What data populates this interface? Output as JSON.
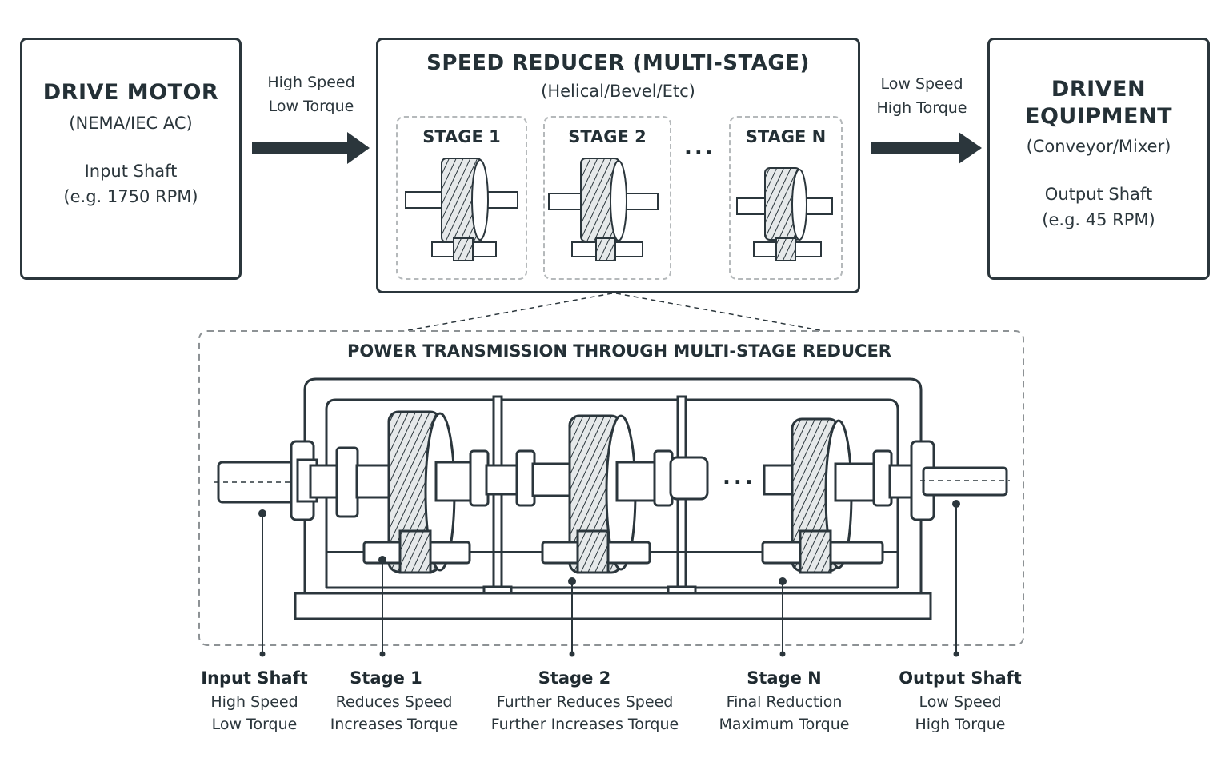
{
  "drive_motor": {
    "title": "DRIVE MOTOR",
    "subtitle": "(NEMA/IEC AC)",
    "shaft_label": "Input Shaft",
    "shaft_rpm": "(e.g. 1750 RPM)"
  },
  "input_flow": {
    "line1": "High Speed",
    "line2": "Low Torque"
  },
  "reducer": {
    "title": "SPEED REDUCER (MULTI-STAGE)",
    "subtitle": "(Helical/Bevel/Etc)",
    "stages": [
      "STAGE 1",
      "STAGE 2",
      "STAGE N"
    ],
    "ellipsis": "..."
  },
  "output_flow": {
    "line1": "Low Speed",
    "line2": "High Torque"
  },
  "driven_equipment": {
    "title_line1": "DRIVEN",
    "title_line2": "EQUIPMENT",
    "subtitle": "(Conveyor/Mixer)",
    "shaft_label": "Output Shaft",
    "shaft_rpm": "(e.g. 45 RPM)"
  },
  "detail": {
    "title": "POWER TRANSMISSION THROUGH MULTI-STAGE REDUCER",
    "ellipsis": "..."
  },
  "callouts": [
    {
      "title": "Input Shaft",
      "line1": "High Speed",
      "line2": "Low Torque"
    },
    {
      "title": "Stage 1",
      "line1": "Reduces Speed",
      "line2": "Increases Torque"
    },
    {
      "title": "Stage 2",
      "line1": "Further Reduces Speed",
      "line2": "Further Increases Torque"
    },
    {
      "title": "Stage N",
      "line1": "Final Reduction",
      "line2": "Maximum Torque"
    },
    {
      "title": "Output Shaft",
      "line1": "Low Speed",
      "line2": "High Torque"
    }
  ],
  "colors": {
    "stroke": "#2b363c",
    "dashed": "#b5b9bb",
    "gear_fill": "#e6e9ea"
  }
}
